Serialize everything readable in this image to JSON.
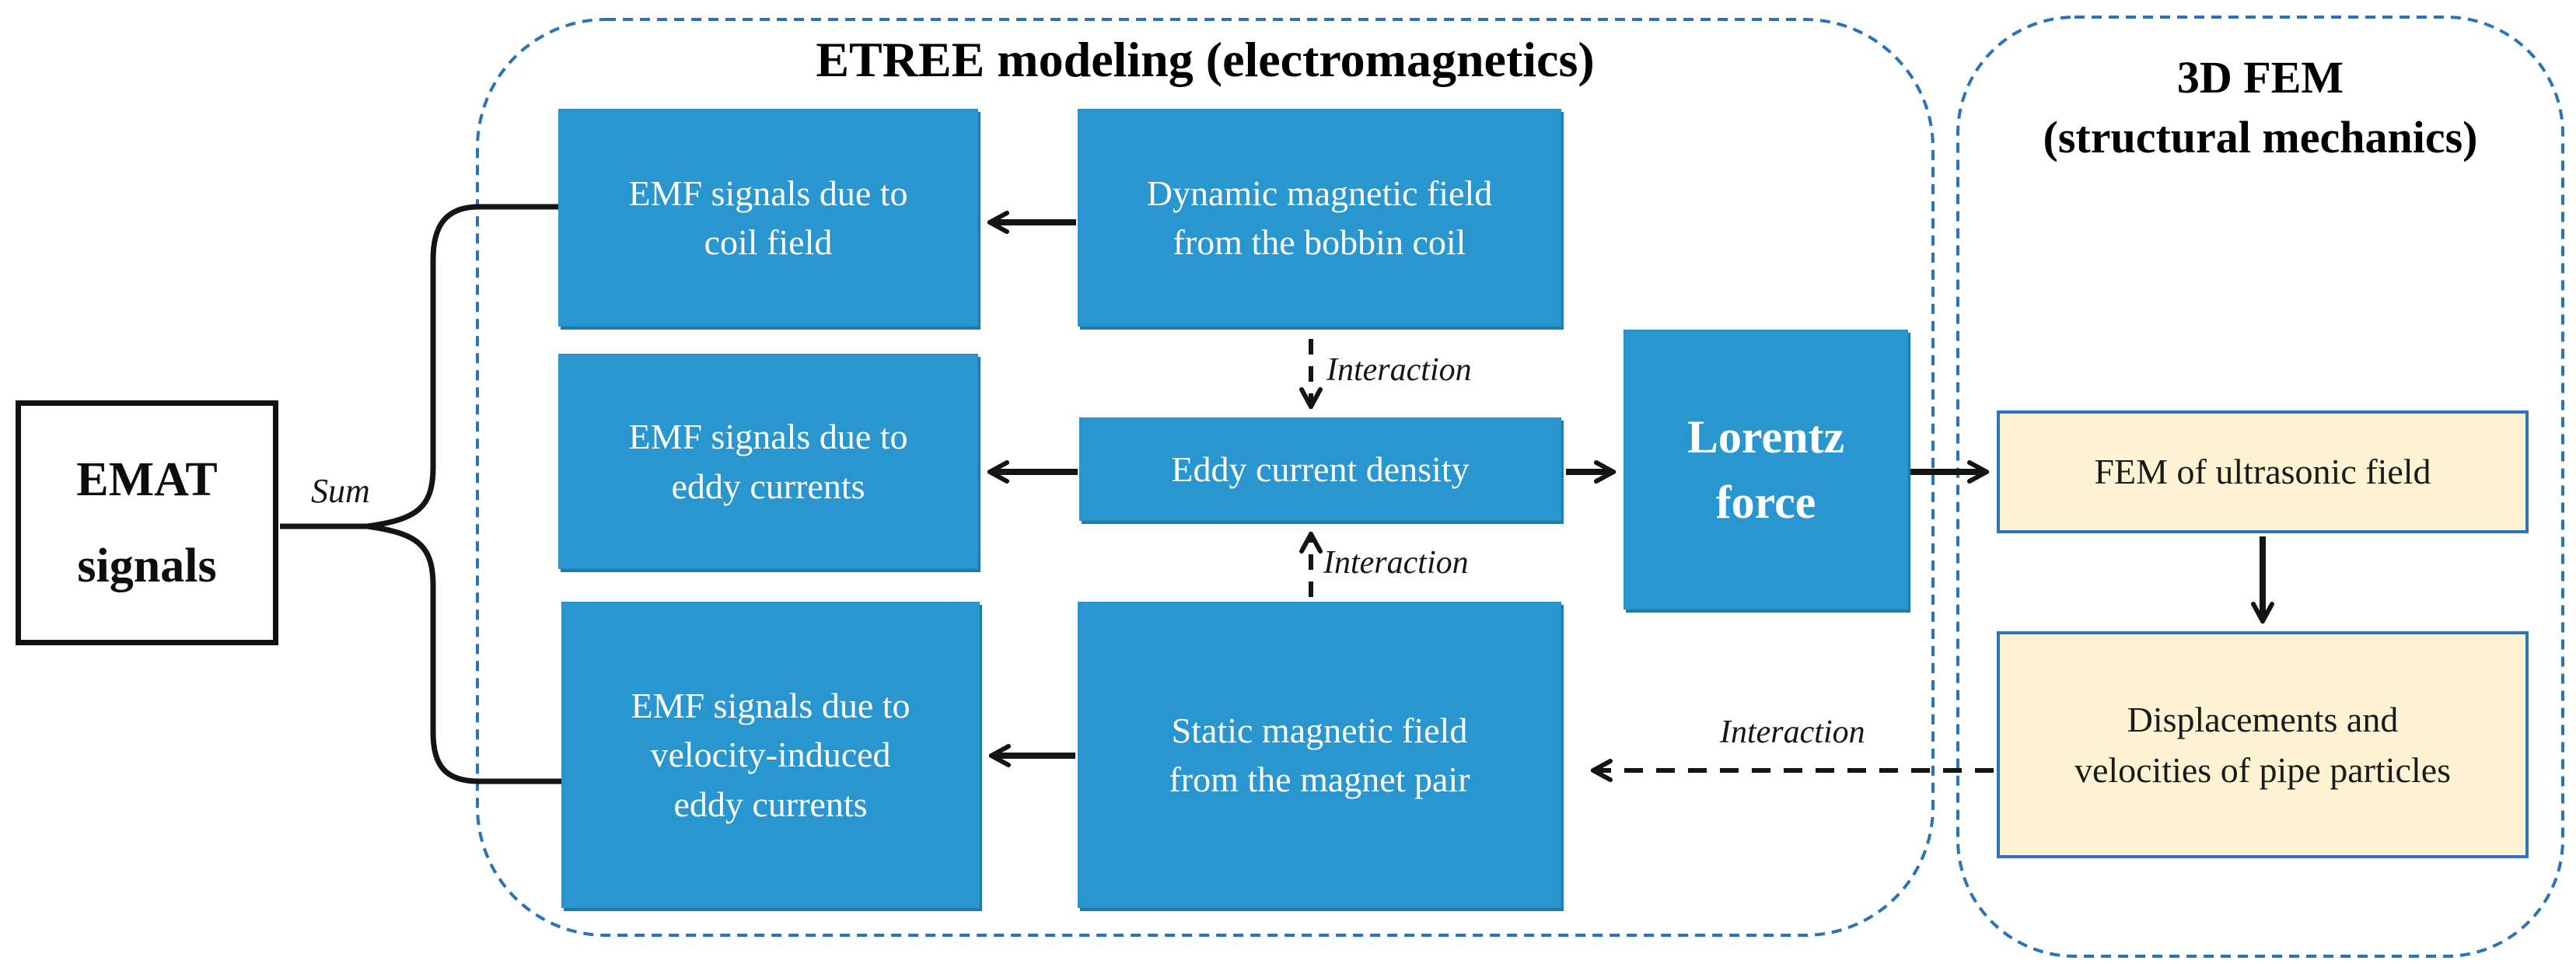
{
  "figure": {
    "type": "flow-diagram",
    "description": "EMAT signal simulation scheme coupling electromagnetic and structural models"
  },
  "colors": {
    "blue_box_fill": "#2996d0",
    "blue_box_shadow": "#1e7cae",
    "blue_box_text": "#ffffff",
    "panel_outline_blue": "#2b73b5",
    "yellow_box_fill": "#fdf3d2",
    "yellow_box_outline": "#2e75b6",
    "connector_black": "#141414",
    "plain_box_border": "#111111"
  },
  "source": {
    "emat_label": "EMAT\nsignals",
    "sum_label": "Sum"
  },
  "etree_panel": {
    "title": "ETREE modeling (electromagnetics)",
    "boxes": {
      "emf_coil": "EMF signals due to\ncoil field",
      "dynamic_field": "Dynamic magnetic field\nfrom the bobbin coil",
      "emf_eddy": "EMF signals due to\neddy currents",
      "eddy_density": "Eddy current density",
      "lorentz": "Lorentz\nforce",
      "emf_velocity": "EMF signals due to\nvelocity-induced\neddy currents",
      "static_field": "Static magnetic field\nfrom the magnet pair"
    }
  },
  "fem_panel": {
    "title": "3D FEM\n(structural mechanics)",
    "boxes": {
      "fem_ultrasonic": "FEM of ultrasonic field",
      "displacements": "Displacements and\nvelocities of pipe particles"
    }
  },
  "labels": {
    "interaction_coil_eddy": "Interaction",
    "interaction_magnet_eddy": "Interaction",
    "interaction_pipe_magnet": "Interaction"
  }
}
